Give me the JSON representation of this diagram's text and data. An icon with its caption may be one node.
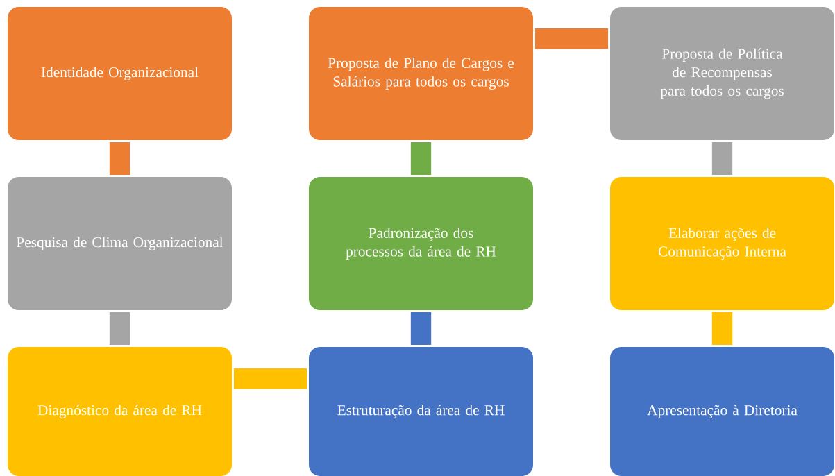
{
  "diagram": {
    "nodes": [
      {
        "text": [
          "Identidade Organizacional"
        ]
      },
      {
        "text": [
          "Pesquisa de Clima Organizacional"
        ]
      },
      {
        "text": [
          "Diagnóstico da área de RH"
        ]
      },
      {
        "text": [
          "Estruturação da área de RH"
        ]
      },
      {
        "text": [
          "Padronização dos processos da área de RH"
        ]
      },
      {
        "text": [
          "Proposta de Plano de Cargos e Salários para todos os cargos"
        ]
      },
      {
        "text": [
          "Proposta de Política de Recompensas para todos os cargos"
        ]
      },
      {
        "text": [
          "Elaborar ações de Comunicação Interna"
        ]
      },
      {
        "text": [
          "Apresentação à Diretoria"
        ]
      }
    ],
    "edges": [
      {
        "from": 0,
        "to": 1,
        "arrow": "none",
        "color": "#ed7d31"
      },
      {
        "from": 1,
        "to": 2,
        "arrow": "none",
        "color": "#a5a5a5"
      },
      {
        "from": 2,
        "to": 3,
        "arrow": "none",
        "color": "#ffc000"
      },
      {
        "from": 3,
        "to": 4,
        "arrow": "none",
        "color": "#4472c4"
      },
      {
        "from": 4,
        "to": 5,
        "arrow": "none",
        "color": "#70ad47"
      },
      {
        "from": 5,
        "to": 6,
        "arrow": "none",
        "color": "#ed7d31"
      },
      {
        "from": 6,
        "to": 7,
        "arrow": "none",
        "color": "#a5a5a5"
      },
      {
        "from": 7,
        "to": 8,
        "arrow": "none",
        "color": "#ffc000"
      }
    ]
  }
}
